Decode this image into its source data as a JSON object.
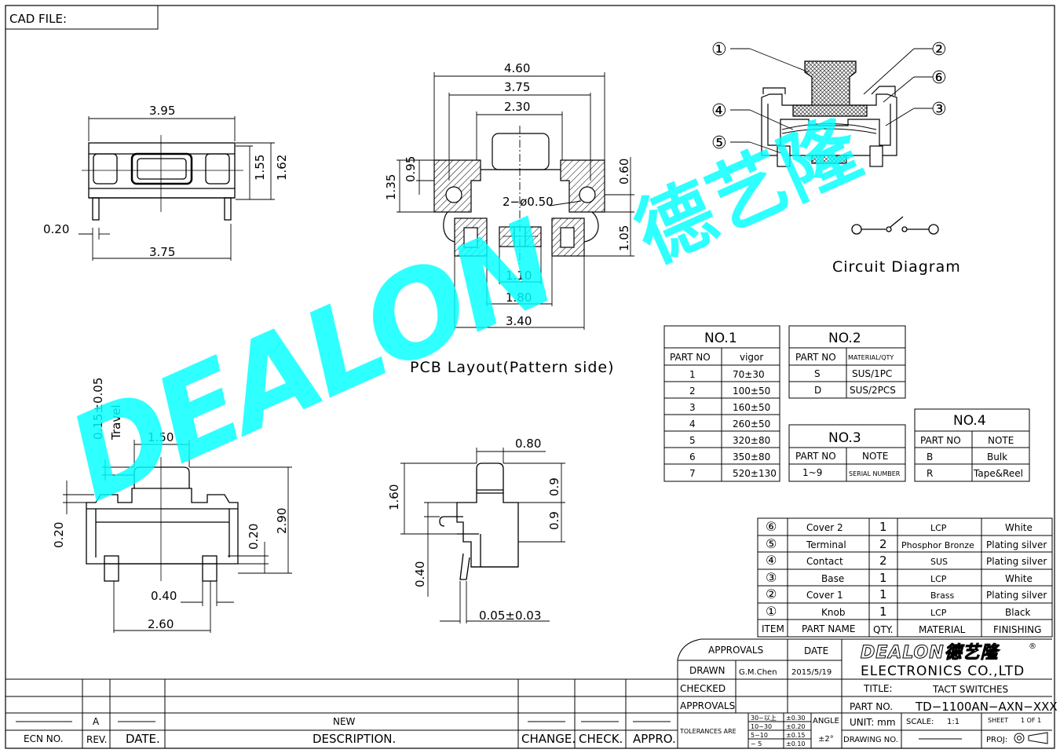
{
  "cad_file_label": "CAD FILE:",
  "pcb_layout_title": "PCB Layout(Pattern side)",
  "circuit_title": "Circuit Diagram",
  "top_view": {
    "w395": "3.95",
    "w375": "3.75",
    "d020": "0.20",
    "h155": "1.55",
    "h162": "1.62"
  },
  "pcb": {
    "d460": "4.60",
    "d375": "3.75",
    "d230": "2.30",
    "d135": "1.35",
    "d095": "0.95",
    "d060": "0.60",
    "holes": "2−ø0.50",
    "d105": "1.05",
    "d110": "1.10",
    "d180": "1.80",
    "d340": "3.40"
  },
  "front": {
    "travel_value": "0.15±0.05",
    "travel_label": "Travel",
    "d150": "1.50",
    "d020a": "0.20",
    "d020b": "0.20",
    "d290": "2.90",
    "d040": "0.40",
    "d260": "2.60"
  },
  "side": {
    "d080": "0.80",
    "d160": "1.60",
    "d09a": "0.9",
    "d09b": "0.9",
    "d040": "0.40",
    "d005": "0.05±0.03"
  },
  "callouts": [
    "①",
    "②",
    "③",
    "④",
    "⑤",
    "⑥"
  ],
  "no1": {
    "title": "NO.1",
    "headers": [
      "PART NO",
      "vigor"
    ],
    "rows": [
      [
        "1",
        "70±30"
      ],
      [
        "2",
        "100±50"
      ],
      [
        "3",
        "160±50"
      ],
      [
        "4",
        "260±50"
      ],
      [
        "5",
        "320±80"
      ],
      [
        "6",
        "350±80"
      ],
      [
        "7",
        "520±130"
      ]
    ]
  },
  "no2": {
    "title": "NO.2",
    "headers": [
      "PART NO",
      "MATERIAL/QTY"
    ],
    "rows": [
      [
        "S",
        "SUS/1PC"
      ],
      [
        "D",
        "SUS/2PCS"
      ]
    ]
  },
  "no3": {
    "title": "NO.3",
    "headers": [
      "PART NO",
      "NOTE"
    ],
    "rows": [
      [
        "1~9",
        "SERIAL NUMBER"
      ]
    ]
  },
  "no4": {
    "title": "NO.4",
    "headers": [
      "PART NO",
      "NOTE"
    ],
    "rows": [
      [
        "B",
        "Bulk"
      ],
      [
        "R",
        "Tape&Reel"
      ]
    ]
  },
  "bom": {
    "rows": [
      [
        "⑥",
        "Cover 2",
        "1",
        "LCP",
        "White"
      ],
      [
        "⑤",
        "Terminal",
        "2",
        "Phosphor Bronze",
        "Plating silver"
      ],
      [
        "④",
        "Contact",
        "2",
        "SUS",
        "Plating silver"
      ],
      [
        "③",
        "Base",
        "1",
        "LCP",
        "White"
      ],
      [
        "②",
        "Cover 1",
        "1",
        "Brass",
        "Plating silver"
      ],
      [
        "①",
        "Knob",
        "1",
        "LCP",
        "Black"
      ]
    ],
    "headers": [
      "ITEM",
      "PART NAME",
      "QTY.",
      "MATERIAL",
      "FINISHING"
    ]
  },
  "title_block": {
    "approvals": "APPROVALS",
    "date": "DATE",
    "drawn": "DRAWN",
    "drawn_by": "G.M.Chen",
    "drawn_date": "2015/5/19",
    "checked": "CHECKED",
    "approvals2": "APPROVALS",
    "tolerances": "TOLERANCES ARE",
    "tol_ranges": [
      "30~以上",
      "10~30",
      "5~10",
      "~ 5"
    ],
    "tol_values": [
      "±0.30",
      "±0.20",
      "±0.15",
      "±0.10"
    ],
    "angle": "ANGLE",
    "angle_value": "±2°",
    "logo": "DEALON德艺隆",
    "logo_mark": "®",
    "company": "ELECTRONICS CO.,LTD",
    "title_label": "TITLE:",
    "title_value": "TACT SWITCHES",
    "part_no_label": "PART NO.",
    "part_no_value": "TD−1100AN−AXN−XXX",
    "unit": "UNIT: mm",
    "scale": "SCALE:",
    "scale_value": "1:1",
    "sheet": "SHEET",
    "sheet_value": "1 OF 1",
    "drawing_no": "DRAWING NO.",
    "proj": "PROJ:"
  },
  "revision": {
    "rev_value": "A",
    "desc_value": "NEW",
    "labels": [
      "ECN NO.",
      "REV.",
      "DATE.",
      "DESCRIPTION.",
      "CHANGE.",
      "CHECK.",
      "APPRO."
    ]
  },
  "watermark": {
    "latin": "DEALON",
    "cjk": "德艺隆"
  },
  "colors": {
    "ink": "#000000",
    "watermark": "#00FFFF"
  }
}
